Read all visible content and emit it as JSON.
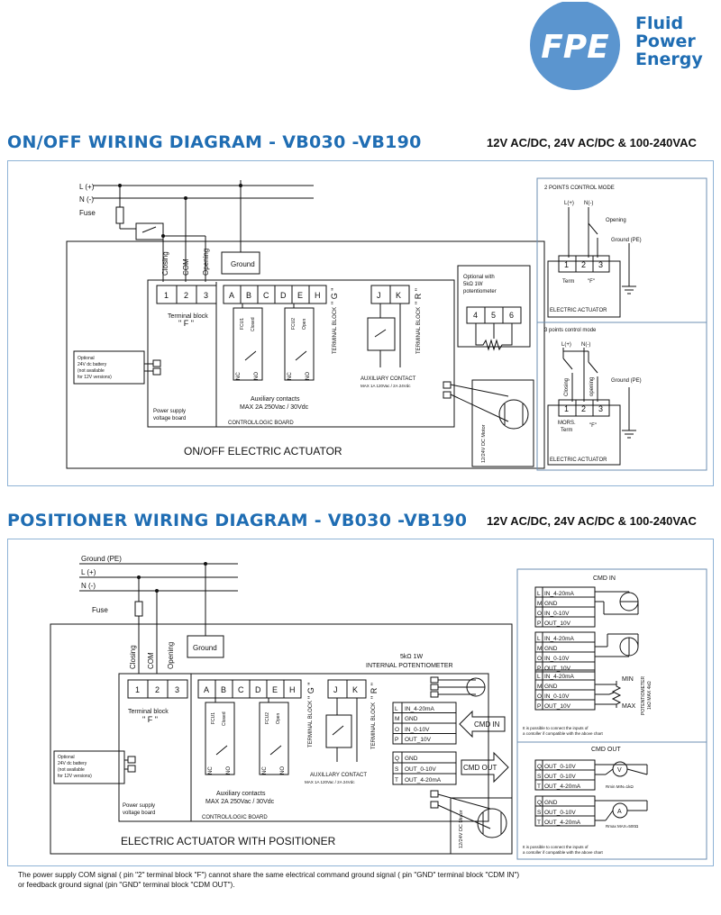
{
  "logo": {
    "mark": "FPE",
    "line1": "Fluid",
    "line2": "Power",
    "line3": "Energy",
    "color": "#1f6db3",
    "disc": "#5b95cf"
  },
  "onoff": {
    "title": "ON/OFF WIRING DIAGRAM - VB030 -VB190",
    "voltage": "12V AC/DC, 24V AC/DC & 100-240VAC",
    "lines": [
      "L (+)",
      "N (-)",
      "Fuse"
    ],
    "ground": "Ground",
    "closing": "Closing",
    "com": "COM",
    "opening": "Opening",
    "terminals_f": [
      "1",
      "2",
      "3"
    ],
    "terminal_block_f": "Terminal block",
    "f_label": "\" F \"",
    "terminals_g": [
      "A",
      "B",
      "C",
      "D",
      "E",
      "H"
    ],
    "terminal_block_g": "TERMINAL BLOCK",
    "g_label": "\" G \"",
    "terminals_r": [
      "J",
      "K"
    ],
    "terminal_block_r": "TERMINAL BLOCK",
    "r_label": "\" R \"",
    "fcu1": "FCU1",
    "closed": "Closed",
    "fcu2": "FCU2",
    "open": "Open",
    "nc": "NC",
    "no": "NO",
    "aux_contacts": "Auxiliary contacts",
    "aux_rating": "MAX 2A 250Vac / 30Vdc",
    "aux_contact": "AUXILIARY CONTACT",
    "aux_contact_rating": "MAX 1A 120Vac / 2A 24Vdc",
    "battery": [
      "Optional",
      "24V dc battery",
      "(not available",
      "for 12V versions)"
    ],
    "power_board": [
      "Power supply",
      "voltage board"
    ],
    "control_board": "CONTROL/LOGIC BOARD",
    "pot_note": [
      "Optional with",
      "5kΩ 1W",
      "potentiometer"
    ],
    "pot_terminals": [
      "4",
      "5",
      "6"
    ],
    "motor": "12/24V DC Motor",
    "actuator": "ON/OFF ELECTRIC ACTUATOR",
    "mode2_title": "2 POINTS CONTROL MODE",
    "mode2_l": "L(+)",
    "mode2_n": "N(-)",
    "mode2_opening": "Opening",
    "mode2_ground": "Ground (PE)",
    "mode2_terms": [
      "1",
      "2",
      "3"
    ],
    "mode2_term": "Term",
    "mode2_f": "\"F\"",
    "mode2_actuator": "ELECTRIC ACTUATOR",
    "mode3_title": "3 points control mode",
    "mode3_l": "L(+)",
    "mode3_n": "N(-)",
    "mode3_closing": "Closing",
    "mode3_opening": "opening",
    "mode3_ground": "Ground (PE)",
    "mode3_terms": [
      "1",
      "2",
      "3"
    ],
    "mode3_morsa": "MORS.",
    "mode3_term": "Term",
    "mode3_f": "\"F\"",
    "mode3_actuator": "ELECTRIC ACTUATOR"
  },
  "positioner": {
    "title": "POSITIONER WIRING DIAGRAM  - VB030 -VB190",
    "voltage": "12V AC/DC, 24V AC/DC & 100-240VAC",
    "lines": [
      "Ground (PE)",
      "L (+)",
      "N (-)",
      "Fuse"
    ],
    "ground": "Ground",
    "closing": "Closing",
    "com": "COM",
    "opening": "Opening",
    "terminals_f": [
      "1",
      "2",
      "3"
    ],
    "terminal_block_f": "Terminal block",
    "f_label": "\" F \"",
    "terminals_g": [
      "A",
      "B",
      "C",
      "D",
      "E",
      "H"
    ],
    "terminal_block_g": "TERMINAL BLOCK",
    "g_label": "\" G \"",
    "terminals_r": [
      "J",
      "K"
    ],
    "terminal_block_r": "TERMINAL BLOCK",
    "r_label": "\" R \"",
    "fcu1": "FCU1",
    "closed": "Closed",
    "fcu2": "FCU2",
    "open": "Open",
    "nc": "NC",
    "no": "NO",
    "aux_contacts": "Auxiliary contacts",
    "aux_rating": "MAX 2A 250Vac / 30Vdc",
    "aux_contact": "AUXILLARY CONTACT",
    "aux_contact_rating": "MAX 1A 120Vac / 2A 24Vdc",
    "battery": [
      "Optional",
      "24V dc battery",
      "(not available",
      "for 12V versions)"
    ],
    "power_board": [
      "Power supply",
      "voltage board"
    ],
    "control_board": "CONTROL/LOGIC BOARD",
    "pot_title": "5kΩ 1W",
    "pot_sub": "INTERNAL POTENTIOMETER",
    "cmd_in_rows": [
      [
        "L",
        "IN_4-20mA"
      ],
      [
        "M",
        "GND"
      ],
      [
        "O",
        "IN_0-10V"
      ],
      [
        "P",
        "OUT_10V"
      ]
    ],
    "cmd_out_rows": [
      [
        "Q",
        "GND"
      ],
      [
        "S",
        "OUT_0-10V"
      ],
      [
        "T",
        "OUT_4-20mA"
      ]
    ],
    "cmd_in": "CMD IN",
    "cmd_out": "CMD OUT",
    "motor": "12/24V DC Motor",
    "actuator": "ELECTRIC ACTUATOR WITH POSITIONER",
    "right_cmd_in": "CMD IN",
    "right_cmd_out": "CMD OUT",
    "ri_rows": [
      [
        "L",
        "IN_4-20mA"
      ],
      [
        "M",
        "GND"
      ],
      [
        "O",
        "IN_0-10V"
      ],
      [
        "P",
        "OUT_10V"
      ]
    ],
    "ro_rows": [
      [
        "Q",
        "OUT_0-10V"
      ],
      [
        "S",
        "OUT_0-10V"
      ],
      [
        "T",
        "OUT_4-20mA"
      ]
    ],
    "ro_rows_1": [
      [
        "Q",
        "GND"
      ],
      [
        "S",
        "OUT_0-10V"
      ],
      [
        "T",
        "OUT_4-20mA"
      ]
    ],
    "min": "MIN",
    "max": "MAX",
    "pot_side": "POTENTIOMETER",
    "pot_side2": "1kΩ MAX 4kΩ",
    "note_in": [
      "It is possible to connect the inputs of",
      "a contoller if compatible with the above chart"
    ],
    "note_out": [
      "It is possible to connect the inputs of",
      "a contoller if compatible with the above chart"
    ],
    "rmin_v": "Rmin MIN=1kΩ",
    "rmax_a": "Rmax MAX=500Ω",
    "meter_v": "V",
    "meter_a": "A"
  },
  "footer": [
    "The power supply COM signal ( pin \"2\" terminal block \"F\") cannot share the same electrical command ground signal ( pin \"GND\" terminal block \"CDM IN\")",
    "or feedback ground signal (pin \"GND\" terminal block \"CDM OUT\")."
  ]
}
